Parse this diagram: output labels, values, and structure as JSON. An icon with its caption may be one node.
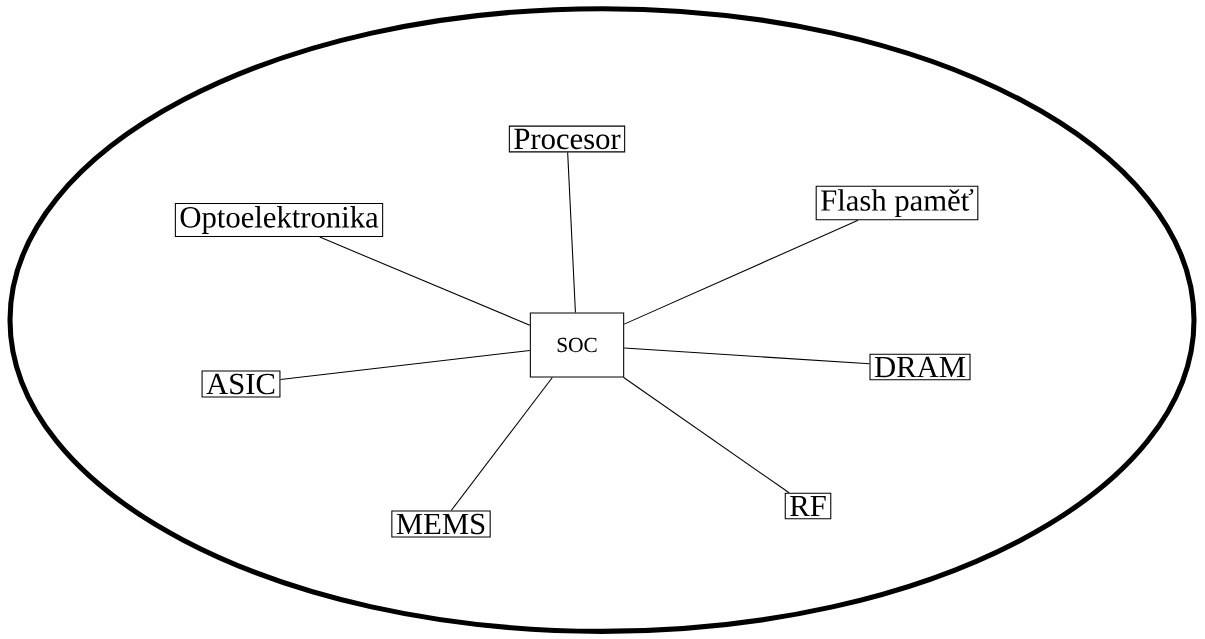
{
  "diagram": {
    "nodes": [
      {
        "text": [],
        "shape": "ellipse"
      },
      {
        "text": [
          "Procesor"
        ],
        "in": 0
      },
      {
        "text": [
          "Flash paměť"
        ],
        "in": 0
      },
      {
        "text": [
          "Optoelektronika"
        ],
        "in": 0
      },
      {
        "text": [
          "SOC"
        ],
        "in": 0
      },
      {
        "text": [
          "DRAM"
        ],
        "in": 0
      },
      {
        "text": [
          "ASIC"
        ],
        "in": 0
      },
      {
        "text": [
          "RF"
        ],
        "in": 0
      },
      {
        "text": [
          "MEMS"
        ],
        "in": 0
      }
    ],
    "edges": [
      {
        "from": 4,
        "to": 1,
        "arrow": "none"
      },
      {
        "from": 4,
        "to": 2,
        "arrow": "none"
      },
      {
        "from": 4,
        "to": 3,
        "arrow": "none"
      },
      {
        "from": 4,
        "to": 5,
        "arrow": "none"
      },
      {
        "from": 4,
        "to": 6,
        "arrow": "none"
      },
      {
        "from": 4,
        "to": 7,
        "arrow": "none"
      },
      {
        "from": 4,
        "to": 8,
        "arrow": "none"
      }
    ]
  }
}
